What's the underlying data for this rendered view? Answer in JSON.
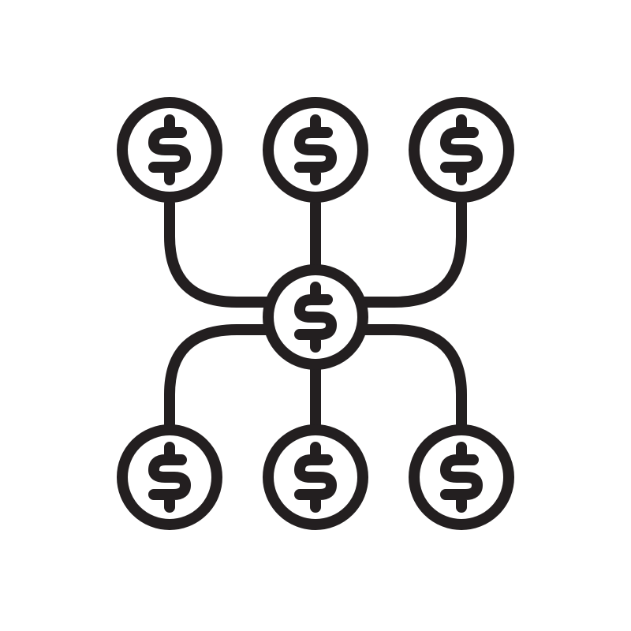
{
  "icon": {
    "name": "money-distribution-network-icon",
    "description_glyph": "$",
    "colors": {
      "background": "#ffffff",
      "stroke": "#231f20"
    },
    "coin_nodes": [
      {
        "id": "top-left",
        "glyph": "$"
      },
      {
        "id": "top-center",
        "glyph": "$"
      },
      {
        "id": "top-right",
        "glyph": "$"
      },
      {
        "id": "center",
        "glyph": "$"
      },
      {
        "id": "bottom-left",
        "glyph": "$"
      },
      {
        "id": "bottom-center",
        "glyph": "$"
      },
      {
        "id": "bottom-right",
        "glyph": "$"
      }
    ]
  }
}
